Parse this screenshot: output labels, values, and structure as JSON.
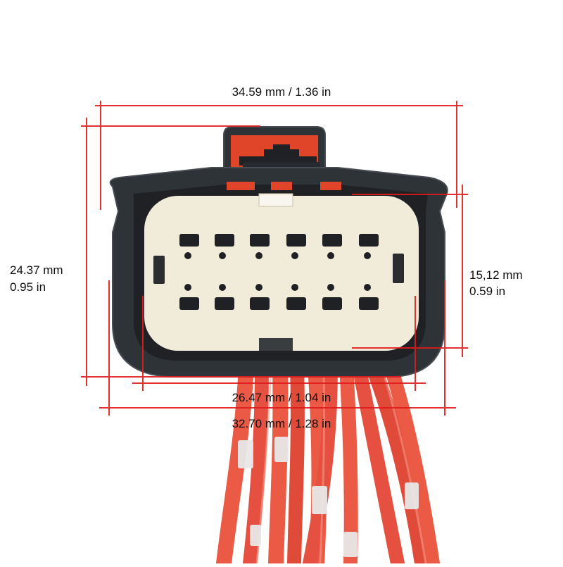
{
  "product": {
    "subject": "12-pin automotive connector with red wires",
    "pin_rows": 2,
    "pins_per_row": 6,
    "pin_count": 12
  },
  "dimensions": {
    "overall_width": {
      "label": "34.59 mm / 1.36 in"
    },
    "overall_height": {
      "label_mm": "24.37 mm",
      "label_in": "0.95 in"
    },
    "insert_height": {
      "label_mm": "15,12 mm",
      "label_in": "0.59 in"
    },
    "inner_width": {
      "label": "26.47 mm / 1.04 in"
    },
    "outer_body_width": {
      "label": "32.70 mm / 1.28 in"
    }
  },
  "colors": {
    "background": "#ffffff",
    "dimension_line": "#e01b1b",
    "housing": "#2e3338",
    "housing_edge": "#474d53",
    "insert": "#f1ecda",
    "pin_cavity": "#1f2125",
    "latch_red": "#e0452a",
    "wire": "#eb5a45",
    "wire_highlight": "#f59a88",
    "wire_marker": "#e8e8e8"
  }
}
